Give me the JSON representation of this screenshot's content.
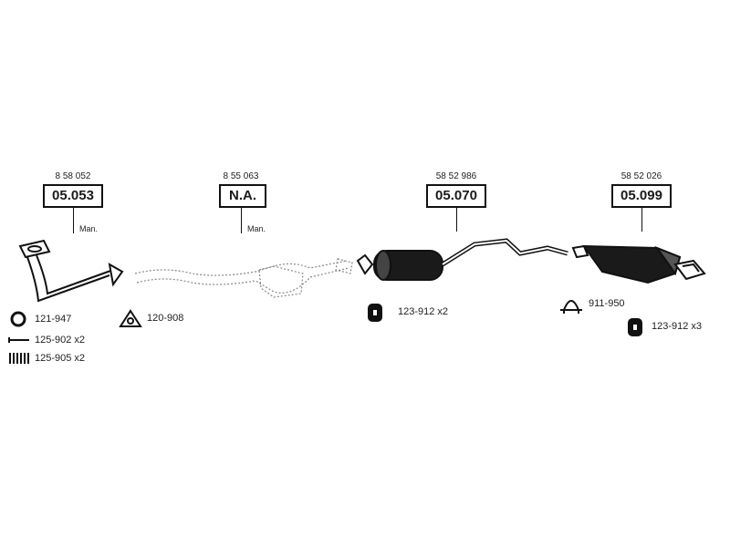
{
  "groups": [
    {
      "oem": "8 58 052",
      "part": "05.053",
      "note": "Man."
    },
    {
      "oem": "8 55 063",
      "part": "N.A.",
      "note": "Man."
    },
    {
      "oem": "58 52 986",
      "part": "05.070",
      "note": ""
    },
    {
      "oem": "58 52 026",
      "part": "05.099",
      "note": ""
    }
  ],
  "accessories": {
    "gasket_ring": "121-947",
    "bolt": "125-902 x2",
    "spring": "125-905 x2",
    "triangle_gasket": "120-908",
    "rubber_mount_mid": "123-912 x2",
    "clamp": "911-950",
    "rubber_mount_rear": "123-912 x3"
  }
}
